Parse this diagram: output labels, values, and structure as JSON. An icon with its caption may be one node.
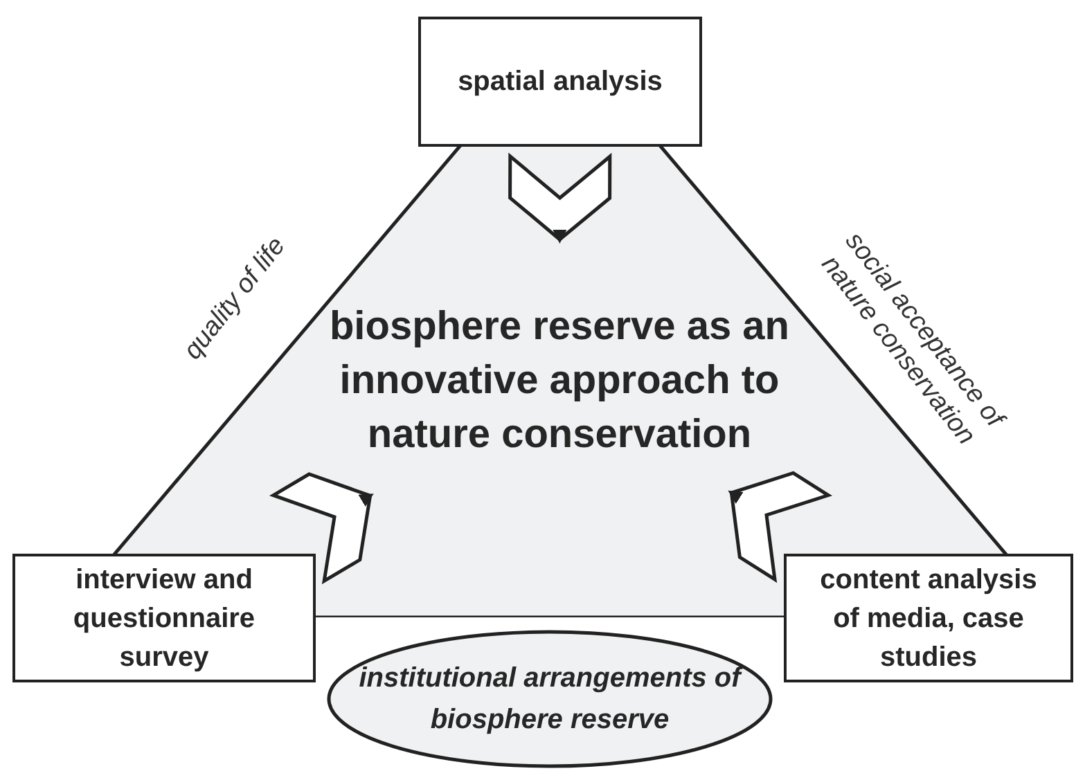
{
  "diagram": {
    "nodes": [
      {
        "text": [
          "biosphere reserve as an innovative approach to nature conservation"
        ]
      },
      {
        "text": [
          "spatial analysis"
        ]
      },
      {
        "text": [
          "interview and questionnaire survey"
        ]
      },
      {
        "text": [
          "content analysis of media, case studies"
        ]
      },
      {
        "text": [
          "institutional arrangements of biosphere reserve"
        ]
      }
    ],
    "edges": [
      {
        "from": 1,
        "to": 0,
        "arrow": "to"
      },
      {
        "from": 2,
        "to": 0,
        "arrow": "to"
      },
      {
        "from": 3,
        "to": 0,
        "arrow": "to"
      }
    ],
    "labels": [
      "quality of life",
      "social acceptance of nature conservation"
    ]
  }
}
